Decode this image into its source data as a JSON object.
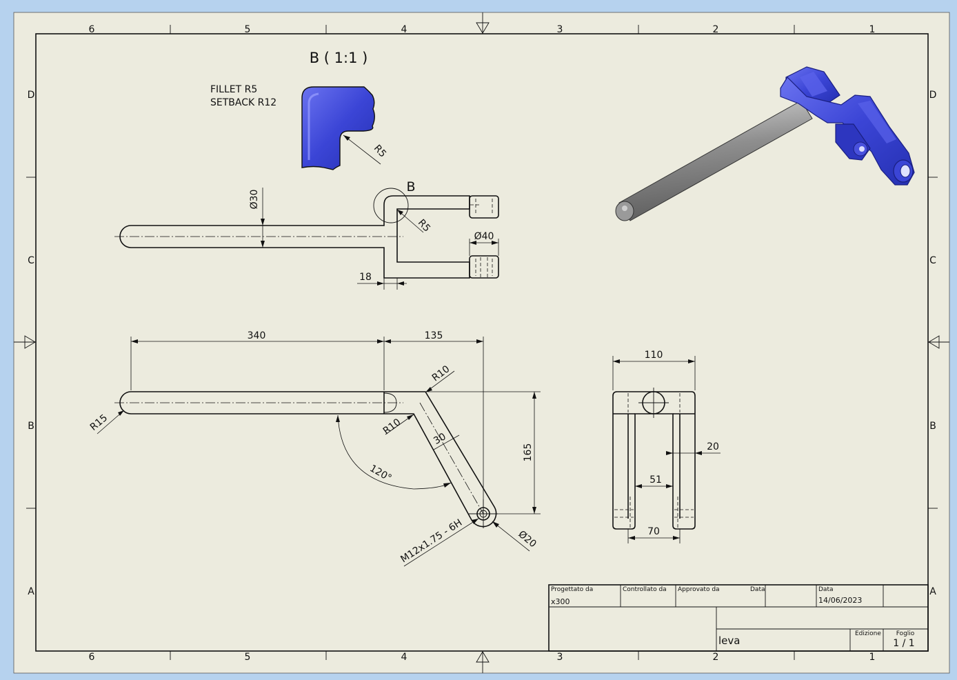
{
  "view_title": "B ( 1:1 )",
  "detail_notes": [
    "FILLET R5",
    "SETBACK R12"
  ],
  "detail_marker": "B",
  "border_numbers": [
    "6",
    "5",
    "4",
    "3",
    "2",
    "1"
  ],
  "border_letters": [
    "D",
    "C",
    "B",
    "A"
  ],
  "dimensions": {
    "detail_r5": "R5",
    "top_dia30": "Ø30",
    "top_r5": "R5",
    "top_dia40": "Ø40",
    "top_18": "18",
    "front_340": "340",
    "front_135": "135",
    "front_r10_top": "R10",
    "front_r15": "R15",
    "front_r10_bottom": "R10",
    "front_30": "30",
    "front_165": "165",
    "front_120": "120°",
    "front_thread": "M12x1.75 - 6H",
    "front_dia20": "Ø20",
    "side_110": "110",
    "side_20": "20",
    "side_51": "51",
    "side_70": "70"
  },
  "title_block": {
    "designed_by_label": "Progettato da",
    "designed_by_value": "x300",
    "checked_by_label": "Controllato da",
    "approved_by_label": "Approvato da",
    "date_label_1": "Data",
    "date_label_2": "Data",
    "date_value": "14/06/2023",
    "part_name": "leva",
    "edition_label": "Edizione",
    "sheet_label": "Foglio",
    "sheet_value": "1 / 1"
  },
  "colors": {
    "background": "#b6d2ee",
    "sheet": "#ecebde",
    "part_blue": "#3b45d6",
    "shaft_grey": "#9a9a9a"
  }
}
